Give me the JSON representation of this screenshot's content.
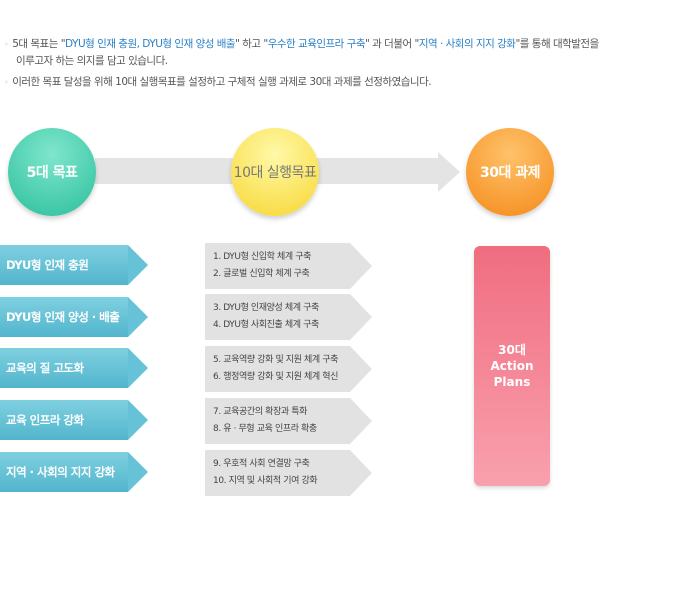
{
  "intro": {
    "line1_a": "5대 목표는 \"",
    "line1_hl1": "DYU형 인재 충원, DYU형 인재 양성 배출",
    "line1_b": "\" 하고 \"",
    "line1_hl2": "우수한 교육인프라 구축",
    "line1_c": "\" 과 더불어 \"",
    "line1_hl3": "지역 · 사회의 지지 강화",
    "line1_d": "\"를 통해 대학발전을",
    "line1_cont": "이루고자 하는 의지를 담고 있습니다.",
    "line2": "이러한 목표 달성을 위해 10대 실행목표를 설정하고 구체적 실행 과제로 30대 과제를 선정하였습니다."
  },
  "circles": [
    "5대 목표",
    "10대 실행목표",
    "30대 과제"
  ],
  "goals": [
    "DYU형 인재 충원",
    "DYU형 인재 양성 · 배출",
    "교육의 질 고도화",
    "교육 인프라 강화",
    "지역 · 사회의 지지 강화"
  ],
  "tasks": [
    [
      "1. DYU형 신입학 체계 구축",
      "2. 글로벌 신입학 체계 구축"
    ],
    [
      "3. DYU형 인재양성 체계 구축",
      "4. DYU형 사회진출 체계 구축"
    ],
    [
      "5. 교육역량 강화 및 지원 체계 구축",
      "6. 행정역량 강화 및 지원 체계 혁신"
    ],
    [
      "7. 교육공간의 확장과 특화",
      "8. 유 · 무형 교육 인프라 확충"
    ],
    [
      "9. 우호적 사회 연결망 구축",
      "10. 지역 및 사회적 기여 강화"
    ]
  ],
  "plans": [
    "30대",
    "Action",
    "Plans"
  ]
}
